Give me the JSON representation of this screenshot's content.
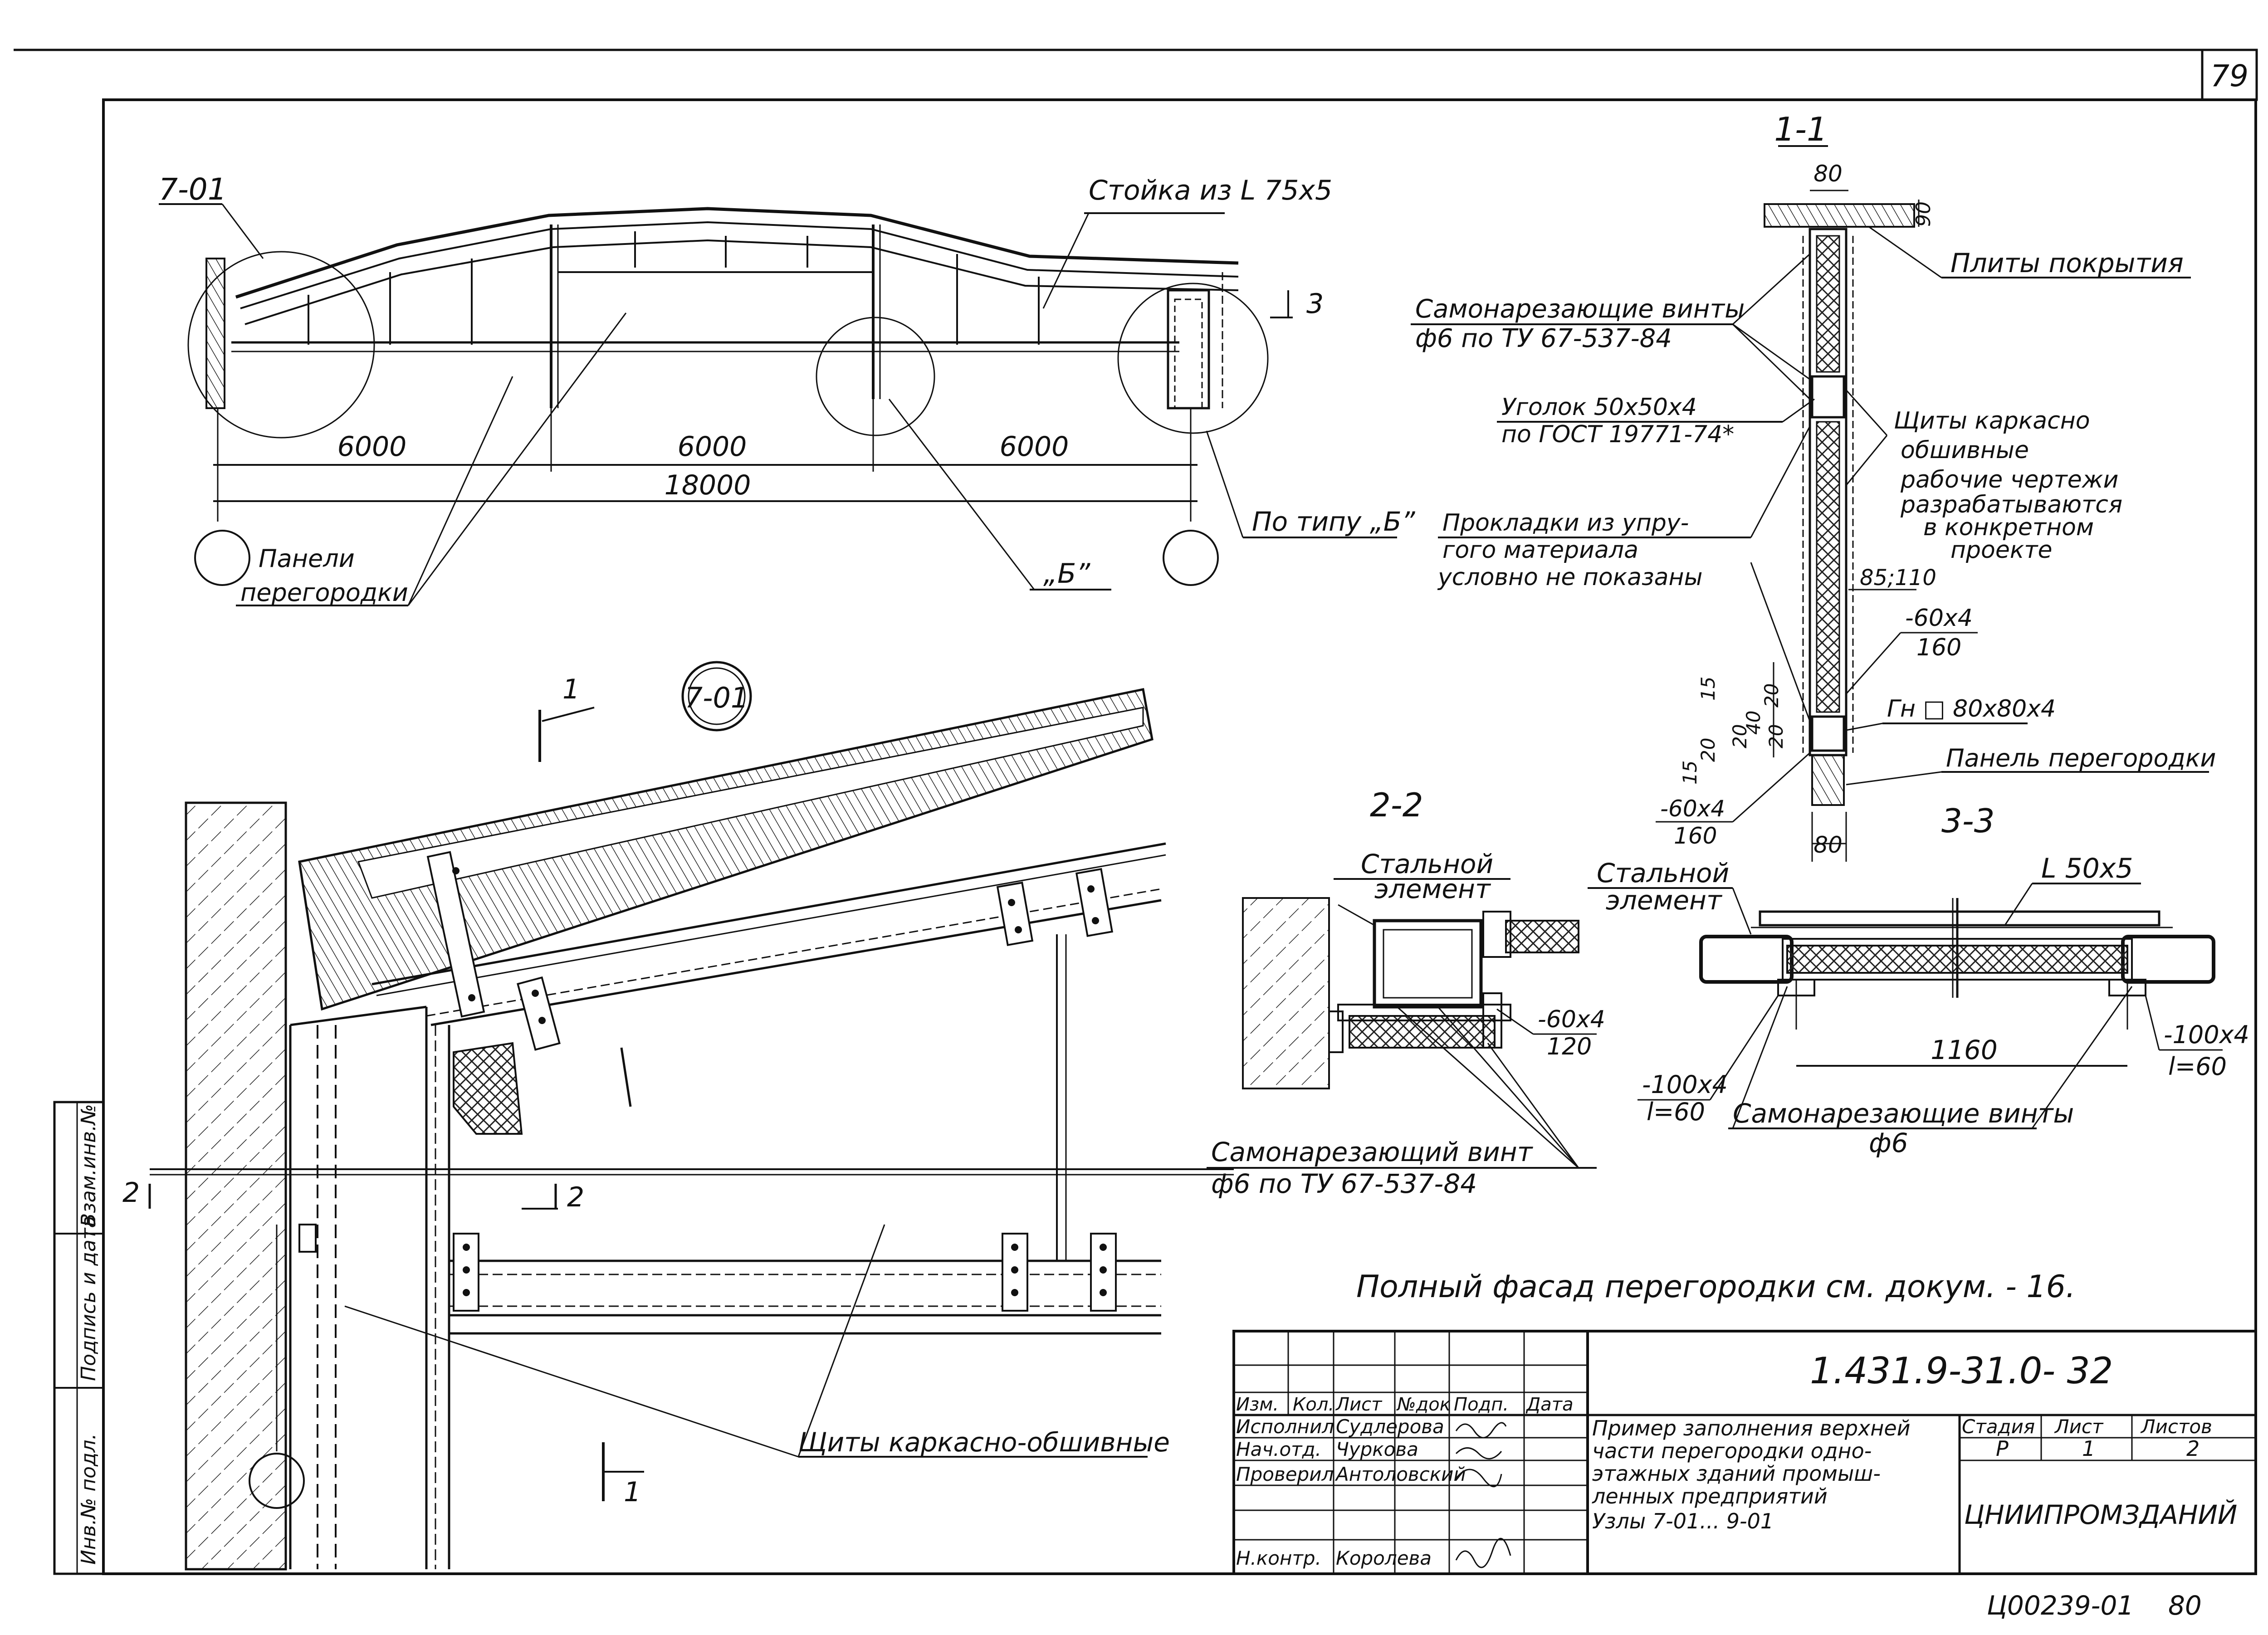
{
  "sheet": {
    "page_number": "79",
    "doc_code": "1.431.9-31.0-  32",
    "archive_code": "Ц00239-01",
    "archive_page": "80",
    "note": "Полный фасад перегородки см. докум. - 16."
  },
  "side_stamp": [
    "Инв.№ подл.",
    "Подпись и дата",
    "Взам.инв.№"
  ],
  "elevation": {
    "node_left": "7-01",
    "post_label": "Стойка\nиз L 75x5",
    "section_ref": "3",
    "dims": [
      "6000",
      "6000",
      "6000"
    ],
    "total": "18000",
    "panels_label": "Панели\nперегородки",
    "node_b": "„Б”",
    "node_type_b": "По типу „Б”"
  },
  "section_1_1": {
    "title": "1-1",
    "dim_top": "80",
    "dim_side": "90",
    "roof_label": "Плиты покрытия",
    "screws_label": "Самонарезающие винты\nф6 по ТУ 67-537-84",
    "angle_label": "Уголок 50x50x4\nпо ГОСТ 19771-74*",
    "shields_label": "Щиты каркасно\nобшивные\nрабочие чертежи\nразрабатываются\nв конкретном\nпроекте",
    "gaskets_label": "Прокладки из упру-\nгого материала\nусловно не показаны",
    "dim_85": "85;110",
    "plate_label": "-60x4\n160",
    "gn_label": "Гн □ 80x80x4",
    "panel_label": "Панель перегородки",
    "dims_left": [
      "15",
      "20",
      "15",
      "20",
      "40",
      "20",
      "20"
    ],
    "plate_bottom": "-60x4\n160",
    "dim_bottom": "80"
  },
  "detail_7_01": {
    "badge": "7-01",
    "cut": "1",
    "cut2": "2",
    "shields_label": "Щиты каркасно-обшивные"
  },
  "section_2_2": {
    "title": "2-2",
    "steel_label": "Стальной\nэлемент",
    "plate_label": "-60x4\n120",
    "screw_label": "Самонарезающий винт\nф6 по ТУ 67-537-84"
  },
  "section_3_3": {
    "title": "3-3",
    "steel_label": "Стальной\nэлемент",
    "angle_label": "L 50x5",
    "left_plate": "-100x4\nl=60",
    "right_plate": "-100x4\nl=60",
    "width": "1160",
    "screws_label": "Самонарезающие винты\nф6"
  },
  "title_block": {
    "headers": [
      "Изм.",
      "Кол.",
      "Лист",
      "№док",
      "Подп.",
      "Дата"
    ],
    "rows": [
      {
        "role": "Исполнил",
        "name": "Судлерова"
      },
      {
        "role": "Нач.отд.",
        "name": "Чуркова"
      },
      {
        "role": "Проверил",
        "name": "Антоловский"
      },
      {
        "role": "",
        "name": ""
      },
      {
        "role": "Н.контр.",
        "name": "Королева"
      }
    ],
    "description": "Пример заполнения верхней\nчасти перегородки одно-\nэтажных зданий промыш-\nленных предприятий\nУзлы 7-01... 9-01",
    "stage_header": "Стадия",
    "sheet_header": "Лист",
    "sheets_header": "Листов",
    "stage": "Р",
    "sheet": "1",
    "sheets": "2",
    "org": "ЦНИИПРОМЗДАНИЙ"
  }
}
